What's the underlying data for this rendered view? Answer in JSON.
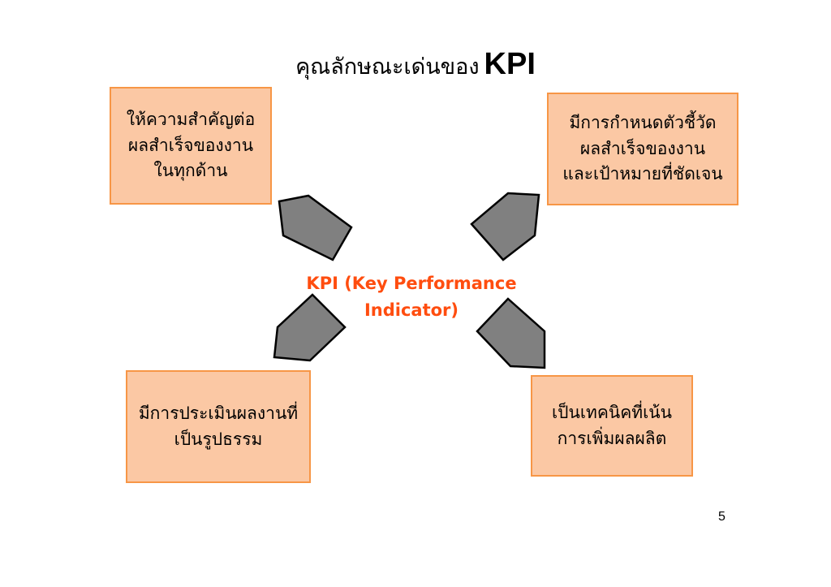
{
  "slide": {
    "title_thai": "คุณลักษณะเด่นของ",
    "title_kpi": "KPI",
    "center_line1": "KPI (Key Performance",
    "center_line2": "Indicator)",
    "page_number": "5"
  },
  "boxes": {
    "top_left": [
      "ให้ความสำคัญต่อ",
      "ผลสำเร็จของงาน",
      "ในทุกด้าน"
    ],
    "top_right": [
      "มีการกำหนดตัวชี้วัด",
      "ผลสำเร็จของงาน",
      "และเป้าหมายที่ชัดเจน"
    ],
    "bottom_left": [
      "มีการประเมินผลงานที่",
      "เป็นรูปธรรม"
    ],
    "bottom_right": [
      "เป็นเทคนิคที่เน้น",
      "การเพิ่มผลผลิต"
    ]
  },
  "colors": {
    "box_fill": "#fbc8a4",
    "box_border": "#f79646",
    "center_text": "#ff4d0f",
    "arrow_fill": "#808080"
  }
}
